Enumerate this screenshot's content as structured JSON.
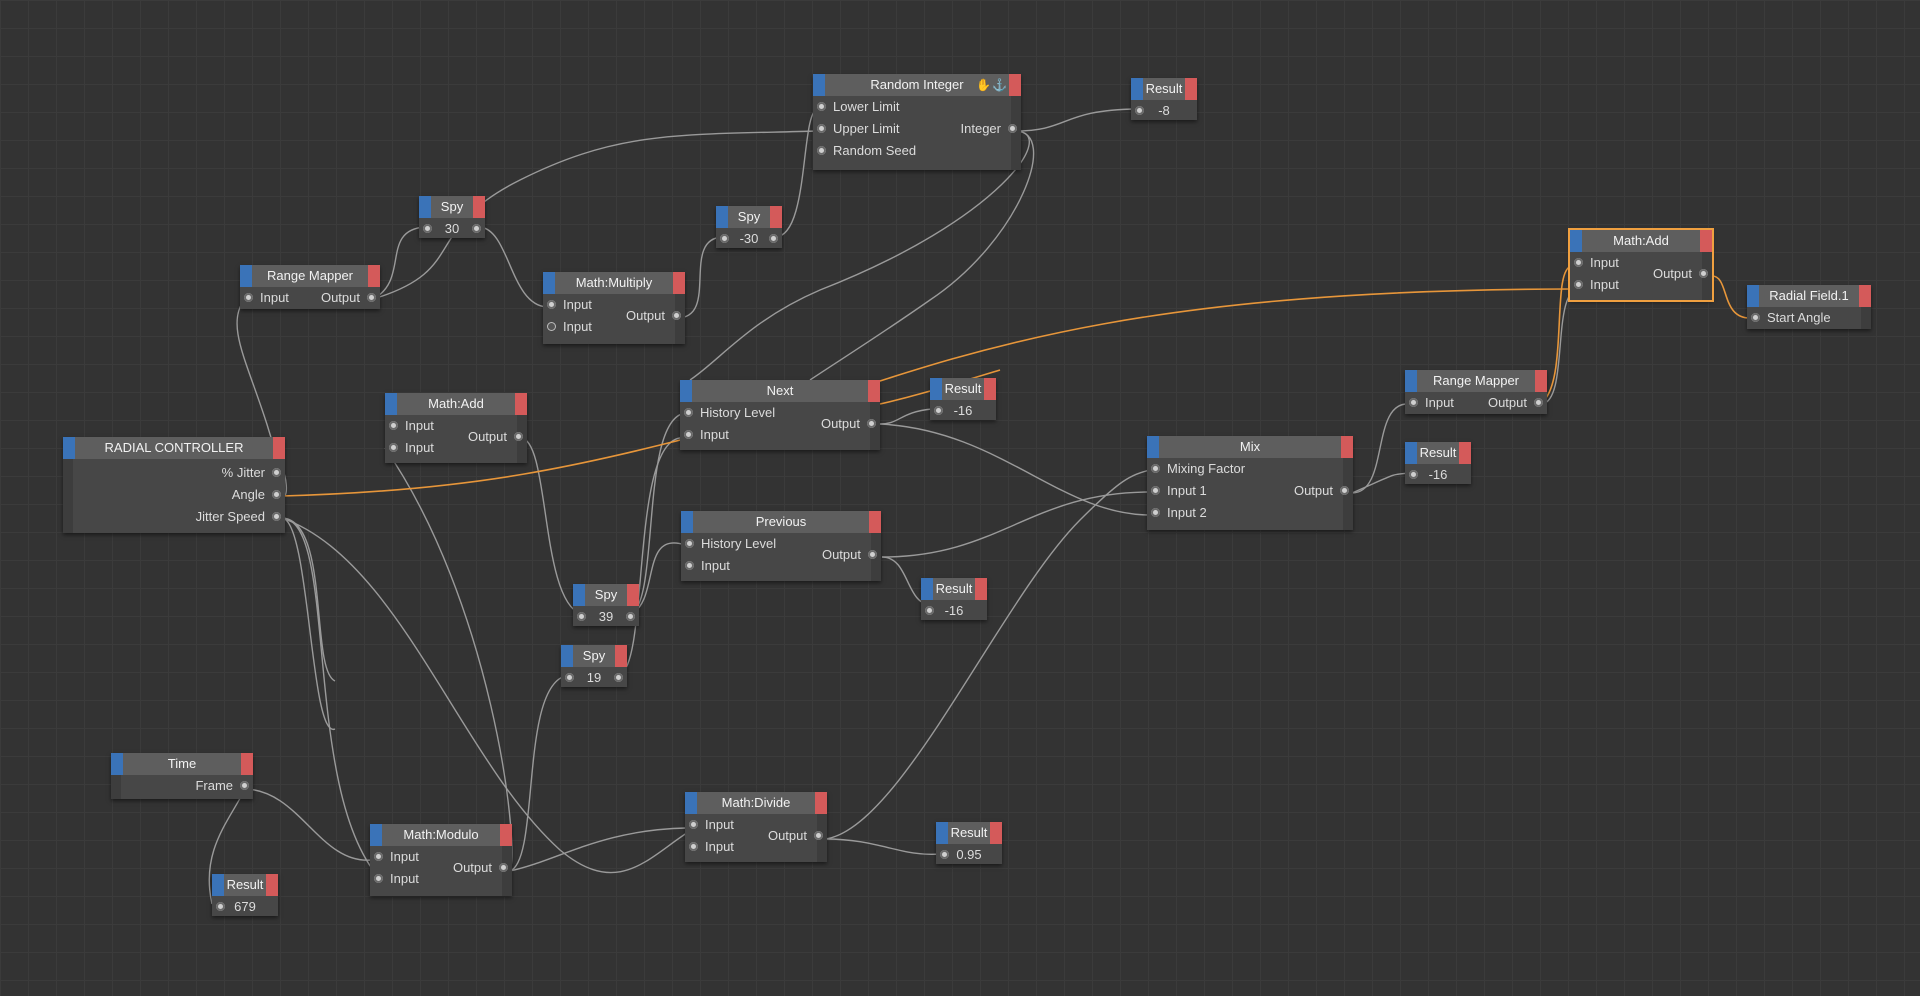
{
  "colors": {
    "selected": "#f0a040",
    "wire": "#9a9a9a",
    "wire_active": "#e7963a",
    "left_badge": "#3a73b8",
    "right_badge": "#d45a5a"
  },
  "nodes": {
    "random_integer": {
      "title": "Random Integer",
      "lower": "Lower Limit",
      "upper": "Upper Limit",
      "seed": "Random Seed",
      "output": "Integer",
      "icons": [
        "hand-icon",
        "anchor-icon"
      ]
    },
    "result_top": {
      "title": "Result",
      "value": "-8"
    },
    "spy_30": {
      "title": "Spy",
      "value": "30"
    },
    "spy_m30": {
      "title": "Spy",
      "value": "-30"
    },
    "range_mapper_left": {
      "title": "Range Mapper",
      "input": "Input",
      "output": "Output"
    },
    "math_multiply": {
      "title": "Math:Multiply",
      "input1": "Input",
      "input2": "Input",
      "output": "Output"
    },
    "math_add_right": {
      "title": "Math:Add",
      "input1": "Input",
      "input2": "Input",
      "output": "Output"
    },
    "radial_field": {
      "title": "Radial Field.1",
      "input": "Start Angle"
    },
    "range_mapper_right": {
      "title": "Range Mapper",
      "input": "Input",
      "output": "Output"
    },
    "next": {
      "title": "Next",
      "history": "History Level",
      "input": "Input",
      "output": "Output"
    },
    "result_next": {
      "title": "Result",
      "value": "-16"
    },
    "math_add_left": {
      "title": "Math:Add",
      "input1": "Input",
      "input2": "Input",
      "output": "Output"
    },
    "radial_controller": {
      "title": "RADIAL CONTROLLER",
      "jitter": "% Jitter",
      "angle": "Angle",
      "jitter_speed": "Jitter Speed"
    },
    "mix": {
      "title": "Mix",
      "factor": "Mixing Factor",
      "input1": "Input 1",
      "input2": "Input 2",
      "output": "Output"
    },
    "result_mix": {
      "title": "Result",
      "value": "-16"
    },
    "previous": {
      "title": "Previous",
      "history": "History Level",
      "input": "Input",
      "output": "Output"
    },
    "result_prev": {
      "title": "Result",
      "value": "-16"
    },
    "spy_39": {
      "title": "Spy",
      "value": "39"
    },
    "spy_19": {
      "title": "Spy",
      "value": "19"
    },
    "time": {
      "title": "Time",
      "output": "Frame"
    },
    "math_divide": {
      "title": "Math:Divide",
      "input1": "Input",
      "input2": "Input",
      "output": "Output"
    },
    "result_div": {
      "title": "Result",
      "value": "0.95"
    },
    "math_modulo": {
      "title": "Math:Modulo",
      "input1": "Input",
      "input2": "Input",
      "output": "Output"
    },
    "result_time": {
      "title": "Result",
      "value": "679"
    }
  }
}
